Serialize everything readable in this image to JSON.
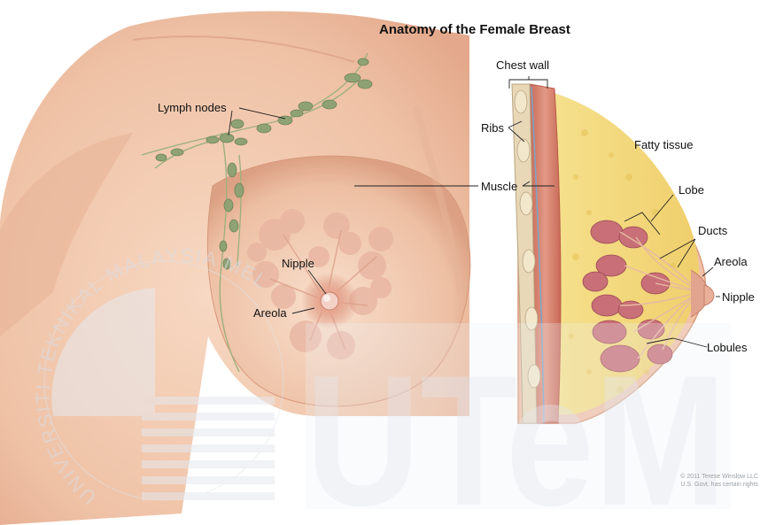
{
  "title": "Anatomy of the Female Breast",
  "labels": {
    "lymph_nodes": "Lymph nodes",
    "nipple_front": "Nipple",
    "areola_front": "Areola",
    "chest_wall": "Chest wall",
    "ribs": "Ribs",
    "muscle": "Muscle",
    "fatty_tissue": "Fatty tissue",
    "lobe": "Lobe",
    "ducts": "Ducts",
    "areola_side": "Areola",
    "nipple_side": "Nipple",
    "lobules": "Lobules"
  },
  "credit": {
    "line1": "© 2011 Terese Winslow LLC",
    "line2": "U.S. Govt. has certain rights"
  },
  "watermark": {
    "logo_text": "UTeM",
    "ring_text": "UNIVERSITI TEKNIKAL MALAYSIA MELAKA"
  },
  "colors": {
    "skin": "#f3cdb4",
    "skin_shadow": "#e2ab8e",
    "muscle": "#d98a76",
    "fat": "#f2dc7c",
    "lobule": "#c46a72",
    "lymph": "#93a778",
    "watermark": "#e6eaf0"
  }
}
